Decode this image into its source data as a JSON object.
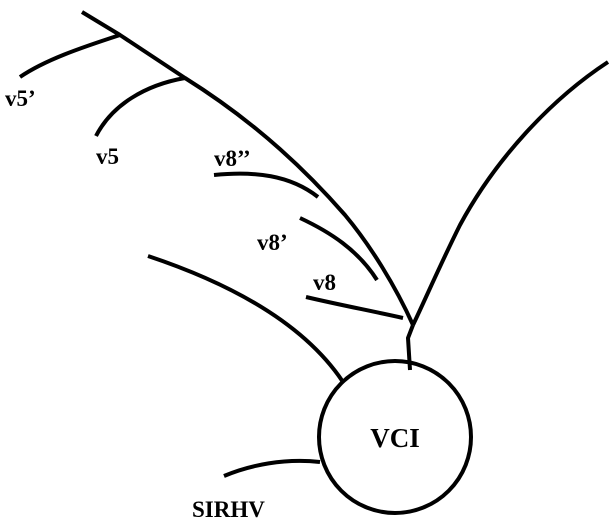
{
  "diagram": {
    "center_label": "VCI",
    "labels": {
      "v5_prime": "v5’",
      "v5": "v5",
      "v8_double_prime": "v8’’",
      "v8_prime": "v8’",
      "v8": "v8",
      "sirhv": "SIRHV"
    },
    "colors": {
      "line": "#000000",
      "background": "#ffffff"
    }
  }
}
